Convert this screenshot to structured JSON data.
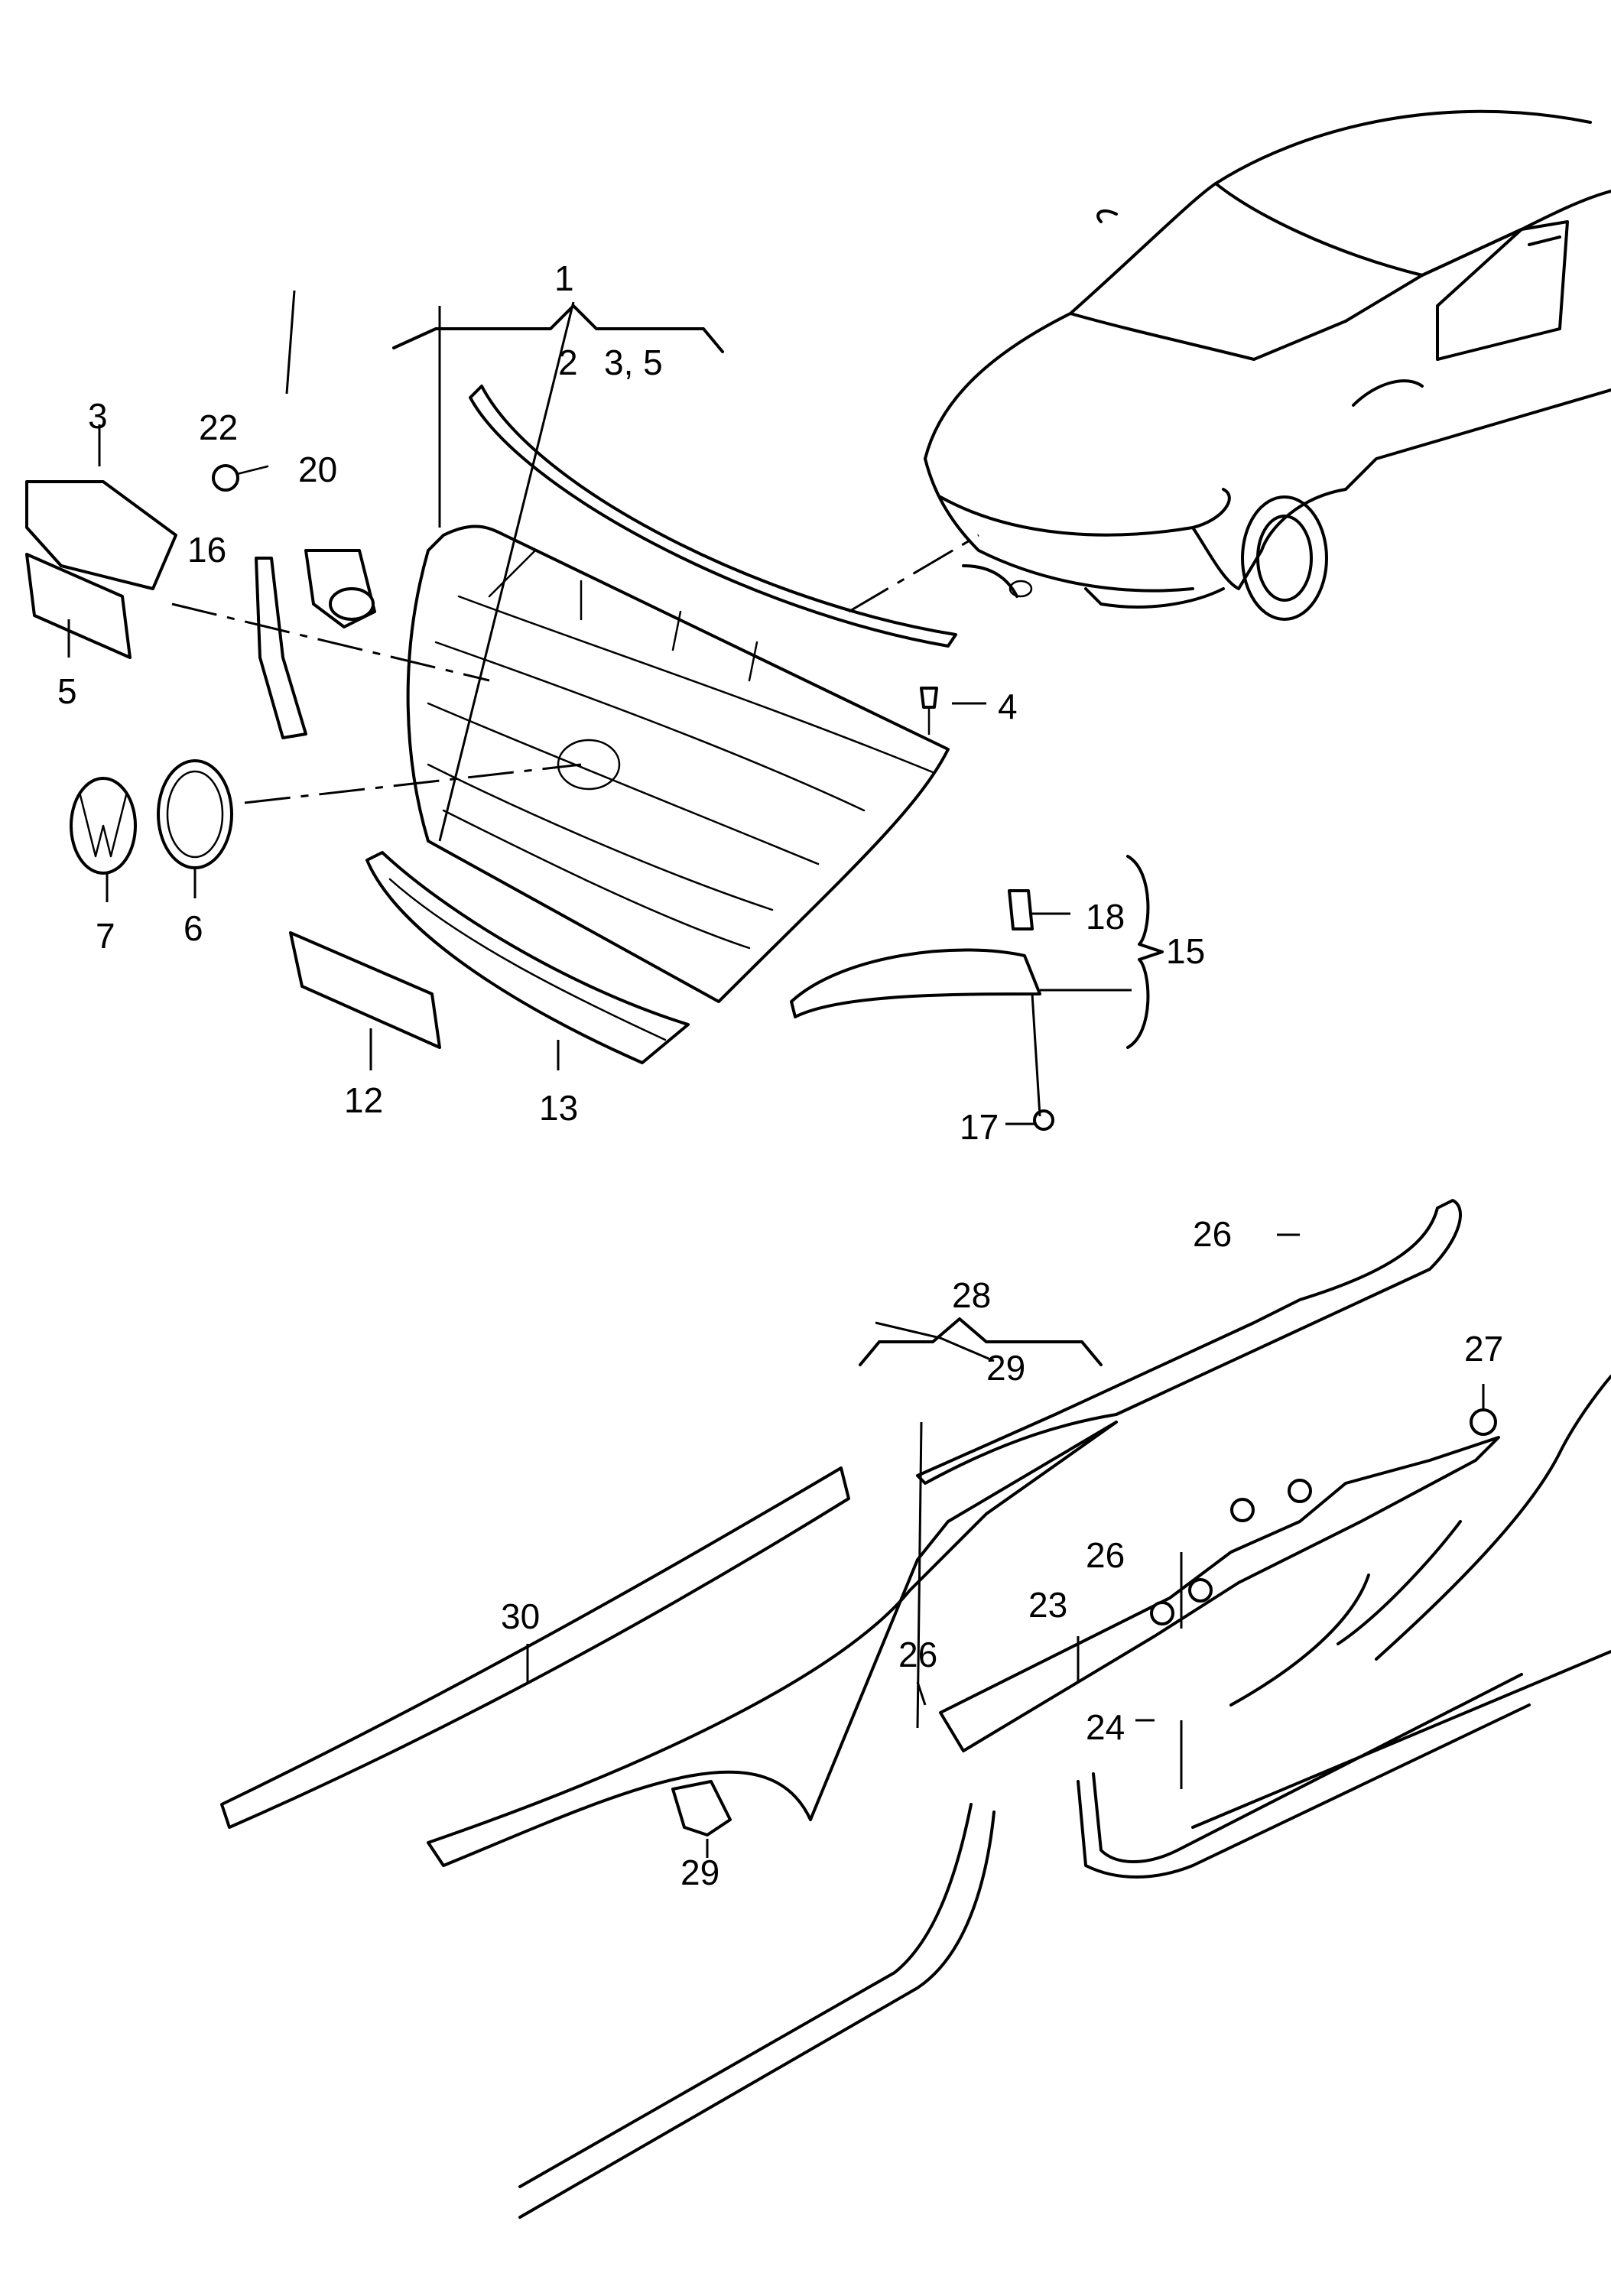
{
  "labels": {
    "l1": "1",
    "l2": "2",
    "l3_5_group": "3, 5",
    "l3": "3",
    "l4": "4",
    "l5": "5",
    "l6": "6",
    "l7": "7",
    "l12": "12",
    "l13": "13",
    "l15": "15",
    "l16": "16",
    "l17": "17",
    "l18": "18",
    "l20": "20",
    "l22": "22",
    "l23": "23",
    "l24": "24",
    "l26a": "26",
    "l26b": "26",
    "l26c": "26",
    "l27": "27",
    "l28": "28",
    "l29_group": "29",
    "l29": "29",
    "l30": "30"
  }
}
